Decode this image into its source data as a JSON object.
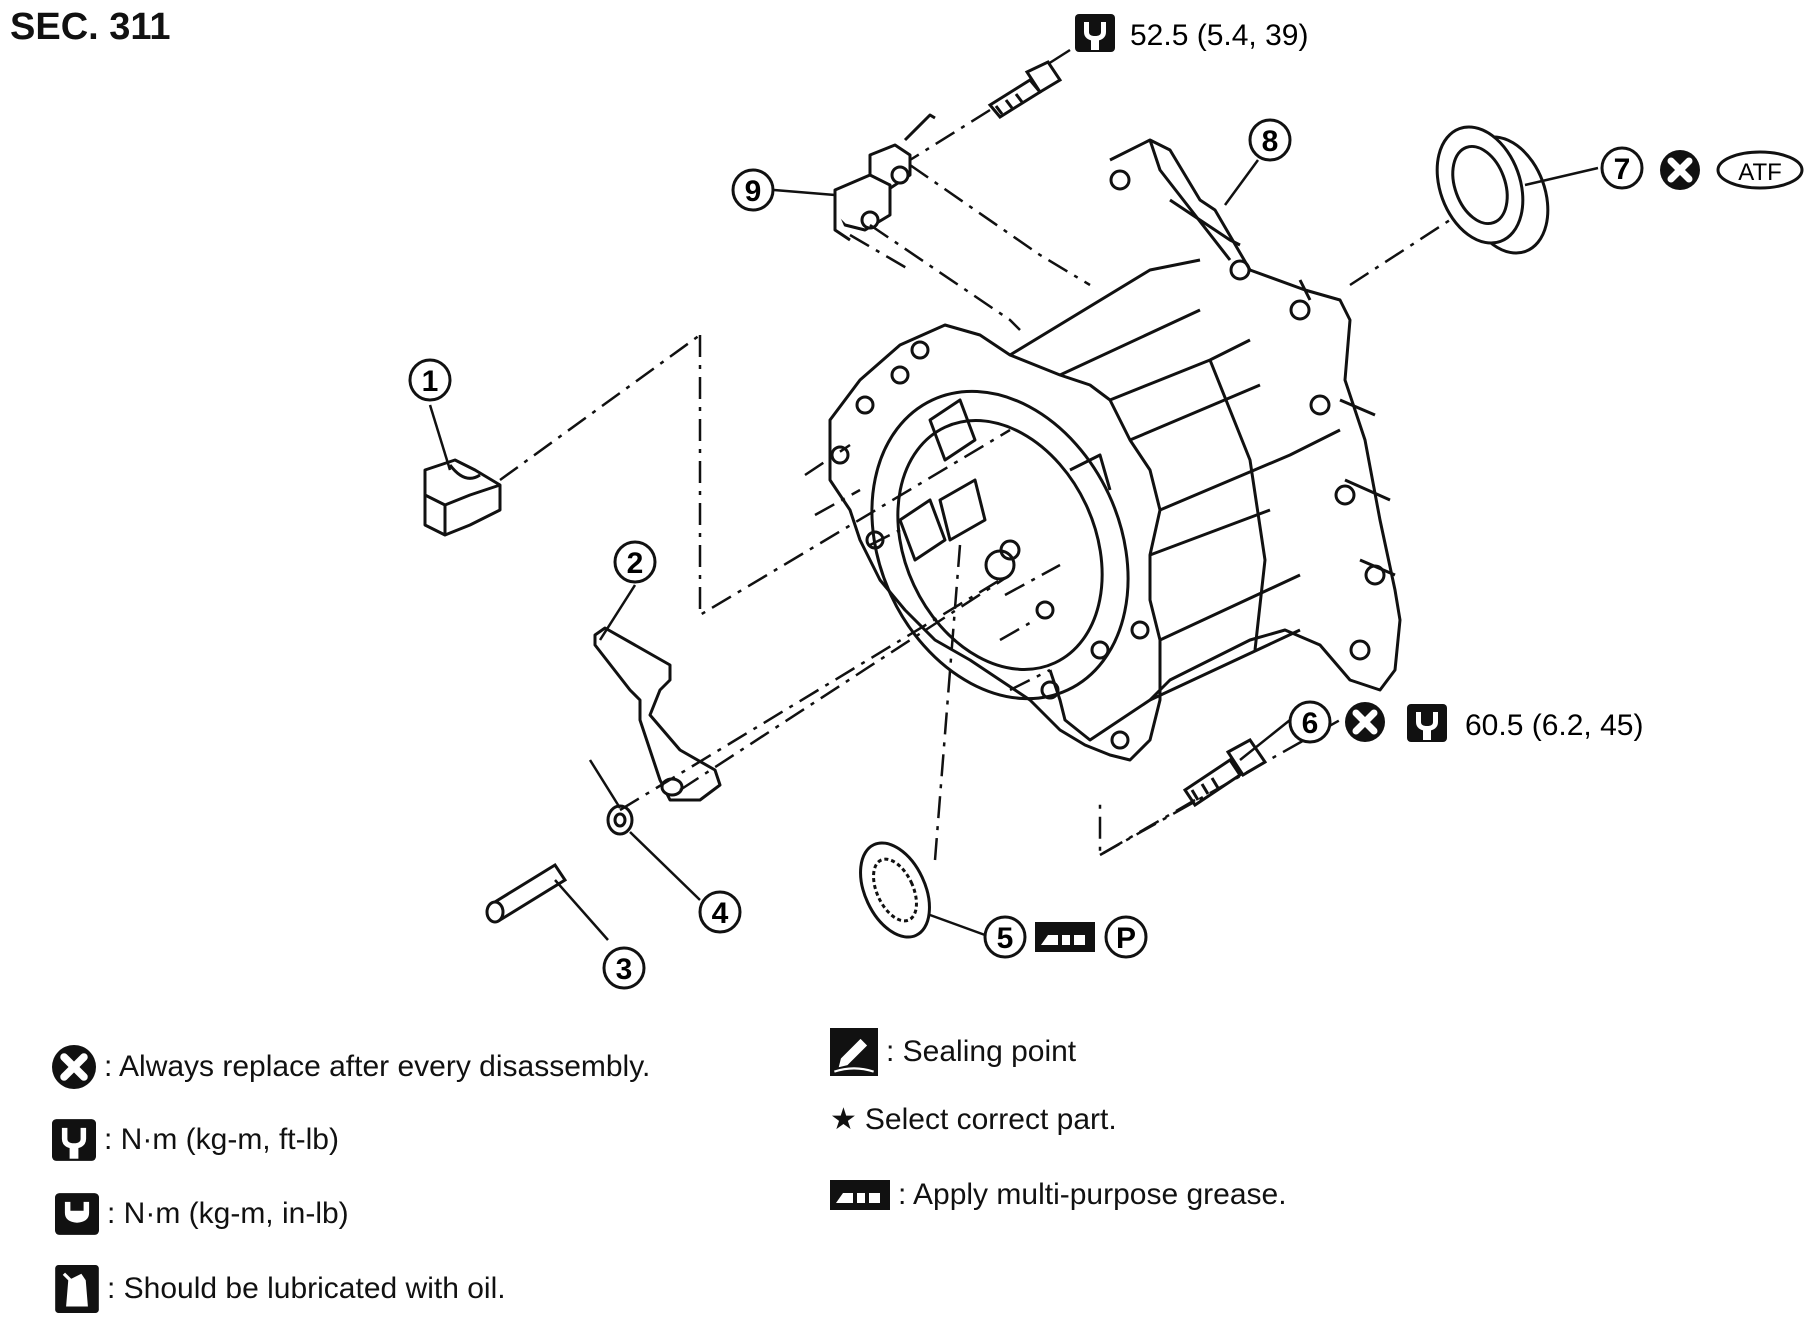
{
  "section": "SEC. 311",
  "torques": {
    "bolt_9": "52.5 (5.4, 39)",
    "bolt_6": "60.5 (6.2, 45)"
  },
  "callouts": [
    "1",
    "2",
    "3",
    "4",
    "5",
    "6",
    "7",
    "8",
    "9"
  ],
  "seal_badge": "ATF",
  "grease_badge": "P",
  "legend": {
    "replace": ": Always replace after every disassembly.",
    "torque_ftlb": ": N·m (kg-m, ft-lb)",
    "torque_inlb": ": N·m (kg-m, in-lb)",
    "lubricate": ": Should be lubricated with oil.",
    "sealing": ": Sealing point",
    "select": "Select correct part.",
    "grease": ": Apply multi-purpose grease."
  },
  "icons": {
    "replace": "x-circle-icon",
    "torque": "wrench-icon",
    "torque_inlb": "wrench-filled-icon",
    "lubricate": "oil-can-icon",
    "sealing": "sealant-icon",
    "select": "star-icon",
    "grease": "grease-gun-icon"
  }
}
